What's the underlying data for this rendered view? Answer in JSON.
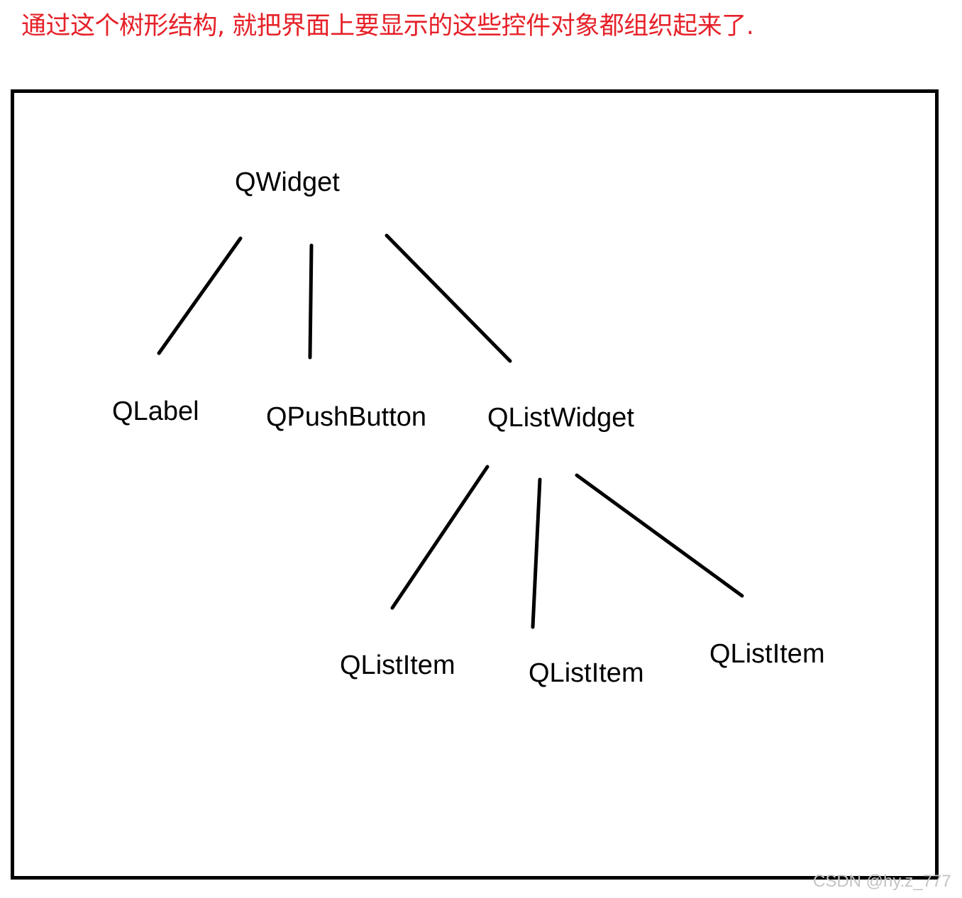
{
  "caption": "通过这个树形结构, 就把界面上要显示的这些控件对象都组织起来了.",
  "tree": {
    "root": {
      "label": "QWidget"
    },
    "children": [
      {
        "label": "QLabel"
      },
      {
        "label": "QPushButton"
      },
      {
        "label": "QListWidget",
        "children": [
          {
            "label": "QListItem"
          },
          {
            "label": "QListItem"
          },
          {
            "label": "QListItem"
          }
        ]
      }
    ]
  },
  "watermark": "CSDN @hy.z_777",
  "colors": {
    "caption": "#e62129",
    "stroke": "#000000",
    "watermark": "#c4c4c4"
  }
}
